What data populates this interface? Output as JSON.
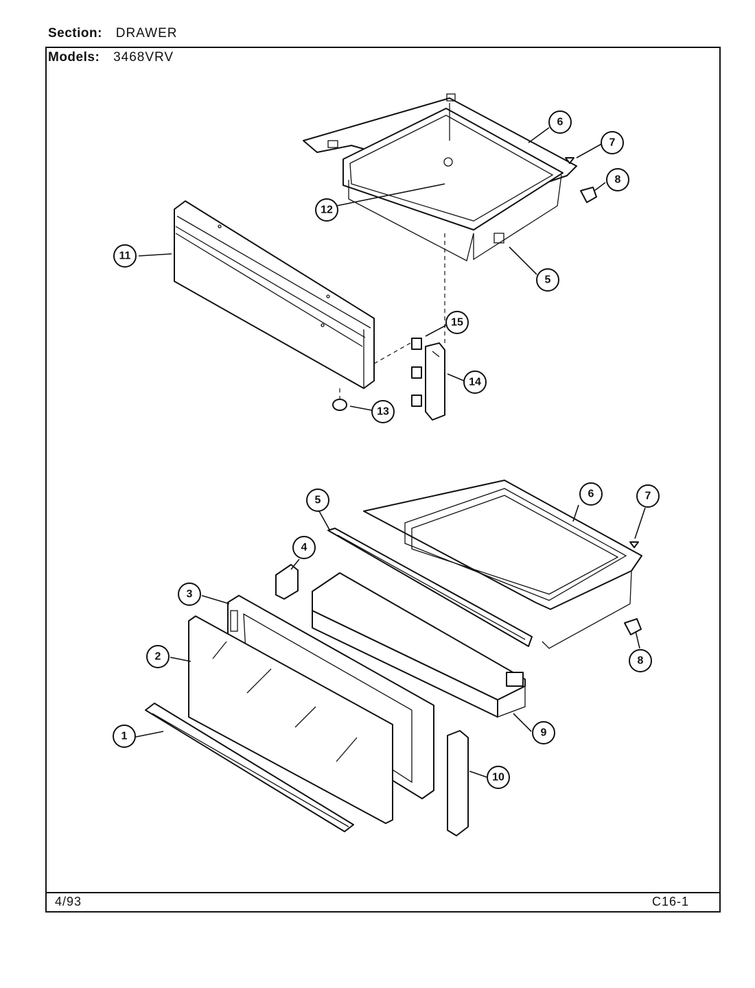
{
  "header": {
    "section_label": "Section:",
    "section_value": "DRAWER",
    "models_label": "Models:",
    "models_value": "3468VRV"
  },
  "footer": {
    "date": "4/93",
    "page_code": "C16-1"
  },
  "callouts": {
    "top": [
      "6",
      "7",
      "8",
      "12",
      "11",
      "5",
      "15",
      "14",
      "13"
    ],
    "bottom": [
      "5",
      "6",
      "7",
      "4",
      "3",
      "2",
      "8",
      "9",
      "1",
      "10"
    ]
  }
}
